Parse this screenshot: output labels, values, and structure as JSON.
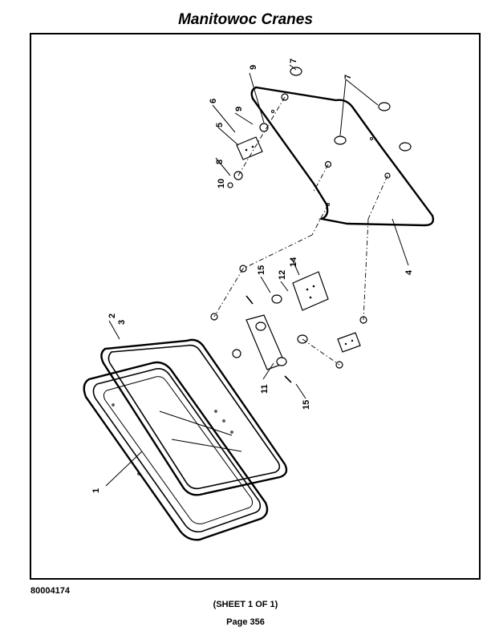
{
  "header": {
    "title": "Manitowoc Cranes"
  },
  "footer": {
    "doc_number": "80004174",
    "sheet": "(SHEET 1 OF 1)",
    "page": "Page 356"
  },
  "diagram": {
    "callouts": [
      {
        "id": "c1",
        "text": "1"
      },
      {
        "id": "c2",
        "text": "2"
      },
      {
        "id": "c3",
        "text": "3"
      },
      {
        "id": "c4",
        "text": "4"
      },
      {
        "id": "c5",
        "text": "5"
      },
      {
        "id": "c6",
        "text": "6"
      },
      {
        "id": "c7a",
        "text": "7"
      },
      {
        "id": "c7b",
        "text": "7"
      },
      {
        "id": "c8",
        "text": "8"
      },
      {
        "id": "c9a",
        "text": "9"
      },
      {
        "id": "c9b",
        "text": "9"
      },
      {
        "id": "c10",
        "text": "10"
      },
      {
        "id": "c11",
        "text": "11"
      },
      {
        "id": "c12",
        "text": "12"
      },
      {
        "id": "c14",
        "text": "14"
      },
      {
        "id": "c15a",
        "text": "15"
      },
      {
        "id": "c15b",
        "text": "15"
      }
    ]
  }
}
